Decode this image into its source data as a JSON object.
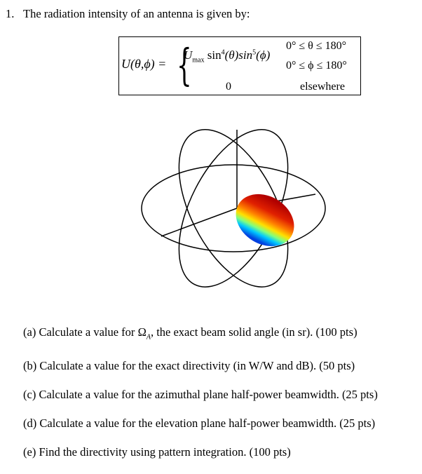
{
  "problem": {
    "number": "1.",
    "statement": "The radiation intensity of an antenna is given by:"
  },
  "equation": {
    "lhs": "U(θ,ϕ) =",
    "case1_expr_a": "U",
    "case1_sub": "max",
    "case1_expr_b": " sin",
    "case1_pow1": "4",
    "case1_expr_c": "(θ)sin",
    "case1_pow2": "5",
    "case1_expr_d": "(ϕ)",
    "cond1": "0° ≤ θ ≤ 180°",
    "cond2": "0° ≤ ϕ ≤ 180°",
    "case2_value": "0",
    "case2_cond": "elsewhere"
  },
  "questions": [
    {
      "label": "(a)",
      "text_a": "Calculate a value for ",
      "sym": "Ω",
      "sym_sub": "A",
      "text_b": ", the exact beam solid angle (in sr).  (100 pts)"
    },
    {
      "label": "(b)",
      "text": "Calculate a value for the exact directivity (in W/W and dB).  (50 pts)"
    },
    {
      "label": "(c)",
      "text": "Calculate a value for the azimuthal plane half-power beamwidth.  (25 pts)"
    },
    {
      "label": "(d)",
      "text": "Calculate a value for the elevation plane half-power beamwidth.  (25 pts)"
    },
    {
      "label": "(e)",
      "text": "Find the directivity using pattern integration.  (100 pts)"
    }
  ]
}
